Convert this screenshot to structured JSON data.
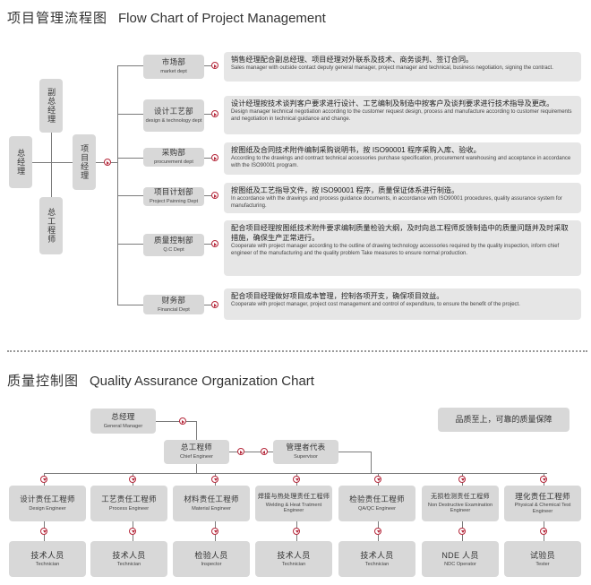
{
  "flow": {
    "title_zh": "项目管理流程图",
    "title_en": "Flow Chart of Project Management",
    "general_manager": "总经理",
    "deputy_gm": "副总经理",
    "chief_engineer": "总工程师",
    "project_manager": "项目经理",
    "depts": [
      {
        "zh": "市场部",
        "en": "market dept",
        "desc_zh": "销售经理配合副总经理、项目经理对外联系及技术、商务谈判、签订合同。",
        "desc_en": "Sales manager with outside contact deputy general manager, project manager and technical, business negotiation, signing the contract."
      },
      {
        "zh": "设计工艺部",
        "en": "design & technology dept",
        "desc_zh": "设计经理按技术谈判客户要求进行设计、工艺编制及制造中按客户及谈判要求进行技术指导及更改。",
        "desc_en": "Design manager technical negotiation according to the customer request design, process and manufacture according to customer requirements and negotiation in technical guidance and change."
      },
      {
        "zh": "采购部",
        "en": "procurement dept",
        "desc_zh": "按图纸及合同技术附件编制采购说明书，按 ISO90001 程序采购入库、验收。",
        "desc_en": "According to the drawings and contract technical accessories purchase specification, procurement warehousing and acceptance in accordance with the ISO90001 program."
      },
      {
        "zh": "项目计划部",
        "en": "Project Painning Dept",
        "desc_zh": "按图纸及工艺指导文件，按 ISO90001 程序，质量保证体系进行制造。",
        "desc_en": "In accordance with the drawings and process guidance documents, in accordance with ISO90001 procedures, quality assurance system for manufacturing."
      },
      {
        "zh": "质量控制部",
        "en": "Q.C Dept",
        "desc_zh": "配合项目经理按图纸技术附件要求编制质量检验大纲，及时向总工程师反馈制造中的质量问题并及时采取措施，确保生产正常进行。",
        "desc_en": "Cooperate with project manager according to the outline of drawing technology accessories required by the quality inspection, inform chief engineer of the manufacturing and the quality problem Take measures to ensure normal production."
      },
      {
        "zh": "财务部",
        "en": "Financial Dept",
        "desc_zh": "配合项目经理做好项目成本管理，控制各项开支，确保项目效益。",
        "desc_en": "Cooperate with project manager, project cost management and control of expenditure, to ensure the benefit of the project."
      }
    ]
  },
  "qa": {
    "title_zh": "质量控制图",
    "title_en": "Quality Assurance Organization Chart",
    "slogan": "品质至上，可靠的质量保障",
    "gm": {
      "zh": "总经理",
      "en": "General Manager"
    },
    "chief": {
      "zh": "总工程师",
      "en": "Chief Engineer"
    },
    "supervisor": {
      "zh": "管理者代表",
      "en": "Supervisor"
    },
    "engineers": [
      {
        "zh": "设计责任工程师",
        "en": "Design Engineer"
      },
      {
        "zh": "工艺责任工程师",
        "en": "Process Engineer"
      },
      {
        "zh": "材料责任工程师",
        "en": "Material Engineer"
      },
      {
        "zh": "焊接与热处理责任工程师",
        "en": "Welding & Heat Tratment Engineer"
      },
      {
        "zh": "检验责任工程师",
        "en": "QA/QC Engineer"
      },
      {
        "zh": "无损检测责任工程师",
        "en": "Non Destructive Examination Engineer"
      },
      {
        "zh": "理化责任工程师",
        "en": "Physical & Chemical Test Engineer"
      }
    ],
    "staff": [
      {
        "zh": "技术人员",
        "en": "Technician"
      },
      {
        "zh": "技术人员",
        "en": "Technician"
      },
      {
        "zh": "检验人员",
        "en": "Inspector"
      },
      {
        "zh": "技术人员",
        "en": "Technician"
      },
      {
        "zh": "技术人员",
        "en": "Technician"
      },
      {
        "zh": "NDE 人员",
        "en": "NDC Operator"
      },
      {
        "zh": "试验员",
        "en": "Tester"
      }
    ]
  },
  "colors": {
    "accent": "#b5273a",
    "box": "#d8d8d8",
    "desc": "#e6e6e6"
  }
}
